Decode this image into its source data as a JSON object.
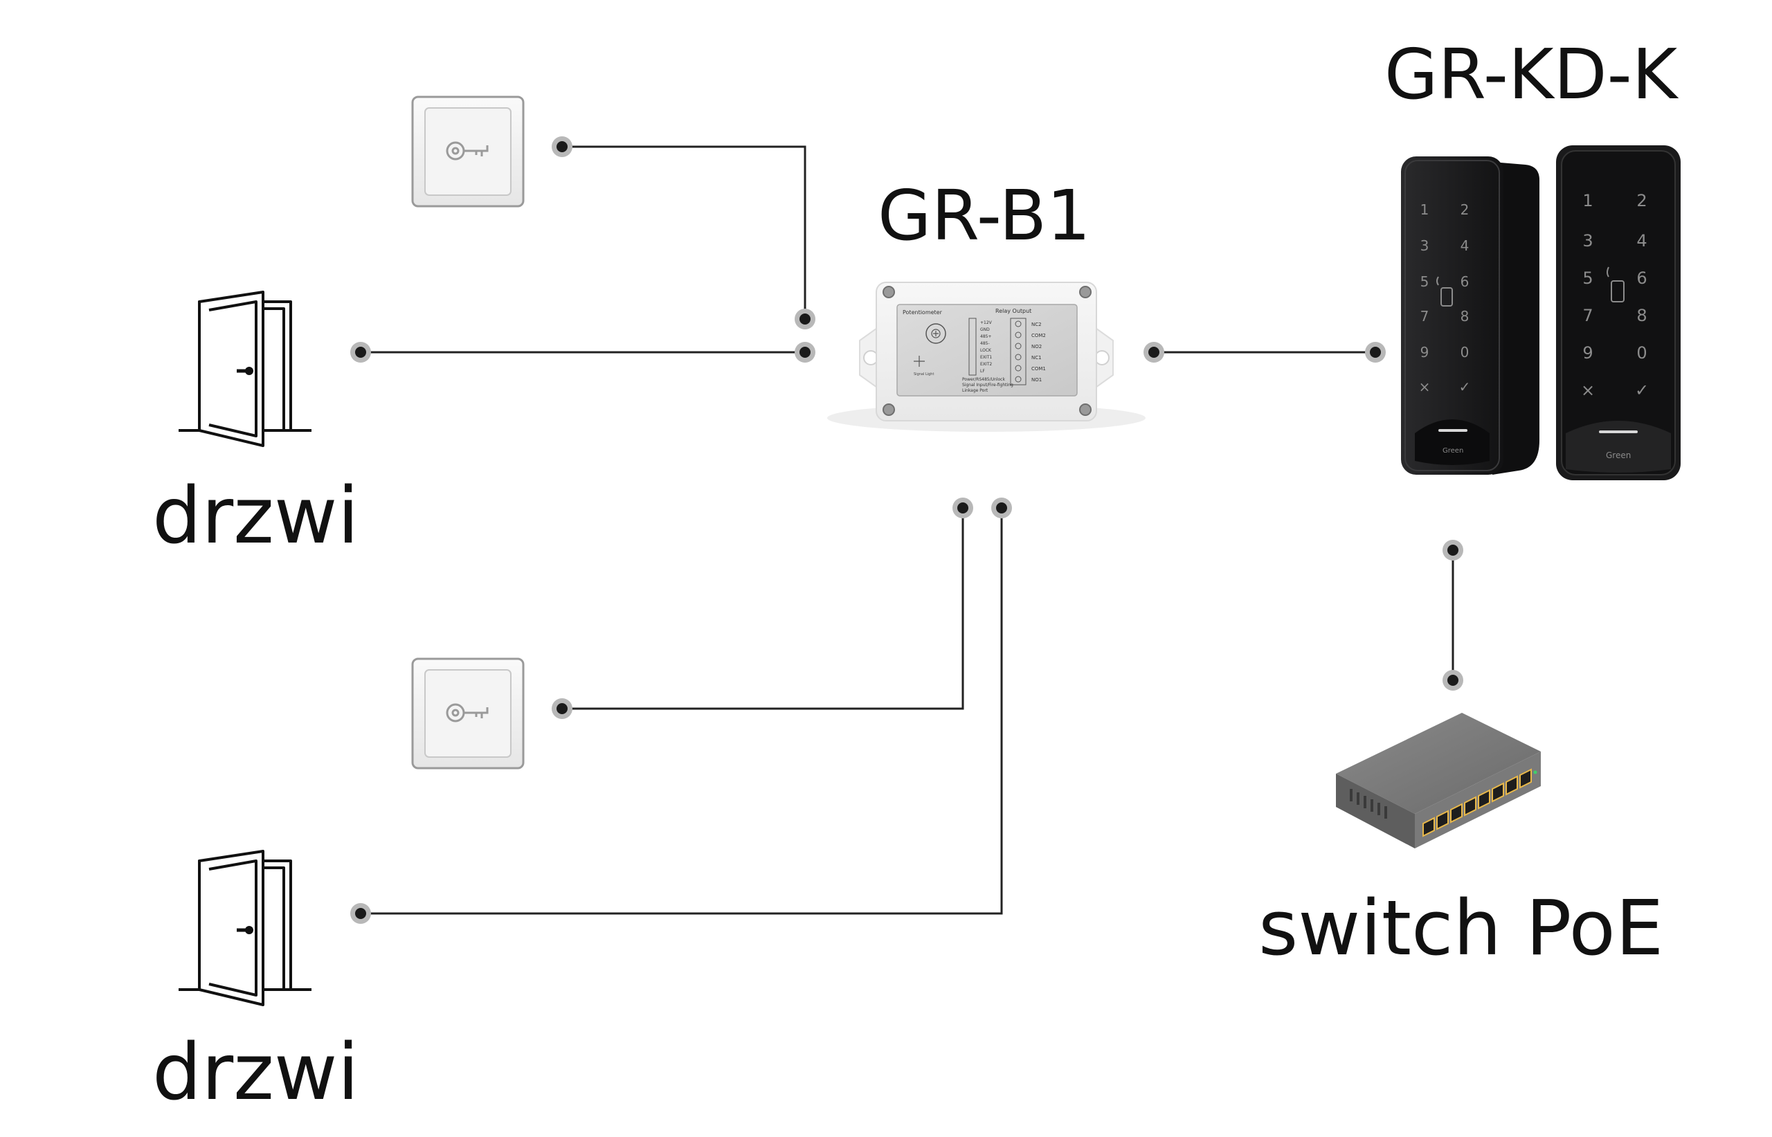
{
  "labels": {
    "controller": "GR-B1",
    "reader": "GR-KD-K",
    "door_top": "drzwi",
    "door_bottom": "drzwi",
    "switch": "switch PoE"
  },
  "controller_panel": {
    "title_left": "Potentiometer",
    "title_right": "Relay Output",
    "left_pins": [
      "+12V",
      "GND",
      "485+",
      "485-",
      "LOCK",
      "EXIT1",
      "EXIT2",
      "LF"
    ],
    "right_pins": [
      "NC2",
      "COM2",
      "NO2",
      "NC1",
      "COM1",
      "NO1"
    ],
    "bottom_text_1": "Power/RS485/Unlock",
    "bottom_text_2": "Signal Input/Fire-fighting",
    "bottom_text_3": "Linkage Port",
    "signal_light": "Signal Light"
  },
  "keypad": {
    "keys": [
      "1",
      "2",
      "3",
      "4",
      "5",
      "6",
      "7",
      "8",
      "9",
      "0",
      "×",
      "✓"
    ],
    "brand": "Green"
  },
  "colors": {
    "wire": "#222222",
    "node": "#1a1a1a",
    "node_ring": "#b8b8b8",
    "reader_body": "#1c1c1e",
    "switch_body": "#6e6e6e",
    "port_led": "#e8b84a"
  },
  "icons": [
    "exit-button-icon",
    "door-icon",
    "controller-device",
    "keypad-reader-device",
    "poe-switch-device"
  ]
}
